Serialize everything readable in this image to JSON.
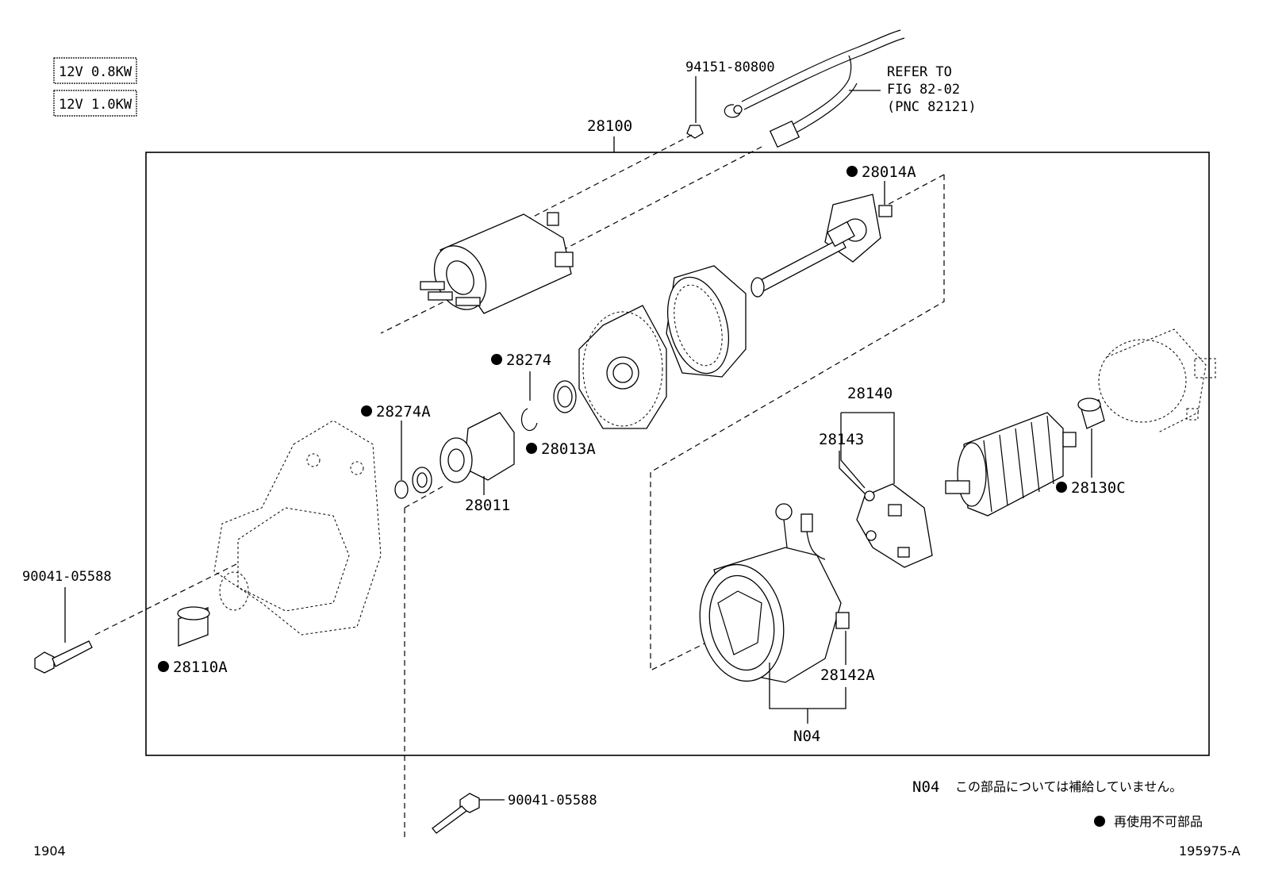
{
  "spec_boxes": [
    "12V 0.8KW",
    "12V 1.0KW"
  ],
  "assembly_label": "28100",
  "labels": {
    "p94151": "94151-80800",
    "refer_line1": "REFER TO",
    "refer_line2": "FIG 82-02",
    "refer_line3": "(PNC 82121)",
    "p28014A": "28014A",
    "p28274": "28274",
    "p28274A": "28274A",
    "p28013A": "28013A",
    "p28011": "28011",
    "p28140": "28140",
    "p28143": "28143",
    "p28130C": "28130C",
    "p90041_left": "90041-05588",
    "p28110A": "28110A",
    "p28142A": "28142A",
    "pN04": "N04",
    "p90041_bottom": "90041-05588"
  },
  "notes": {
    "n04_code": "N04",
    "n04_text": "この部品については補給していません。",
    "dot_text": "再使用不可部品"
  },
  "footer": {
    "left": "1904",
    "right": "195975-A"
  }
}
